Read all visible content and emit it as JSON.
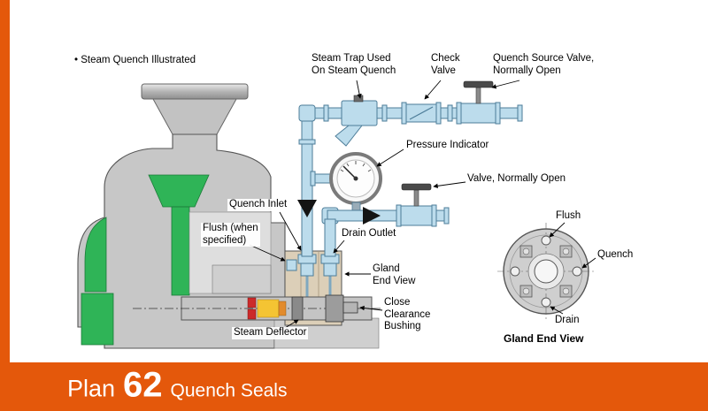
{
  "colors": {
    "accent": "#E4580B",
    "pipe_blue": "#BCDCEC",
    "pump_green": "#2FB457"
  },
  "callouts": {
    "bullet": "•",
    "steam_quench_illustrated": "Steam Quench Illustrated",
    "steam_trap": "Steam Trap Used\nOn Steam Quench",
    "check_valve": "Check\nValve",
    "quench_source_valve": "Quench Source Valve,\nNormally Open",
    "pressure_indicator": "Pressure Indicator",
    "valve_normally_open": "Valve, Normally Open",
    "quench_inlet": "Quench Inlet",
    "flush_when_specified": "Flush (when\nspecified)",
    "drain_outlet": "Drain Outlet",
    "gland_end_view_pointer": "Gland\nEnd View",
    "close_clearance_bushing": "Close\nClearance\nBushing",
    "steam_deflector": "Steam Deflector"
  },
  "gland_end_view": {
    "flush": "Flush",
    "quench": "Quench",
    "drain": "Drain",
    "caption": "Gland End View"
  },
  "banner": {
    "plan": "Plan",
    "number": "62",
    "subtitle": "Quench Seals"
  }
}
